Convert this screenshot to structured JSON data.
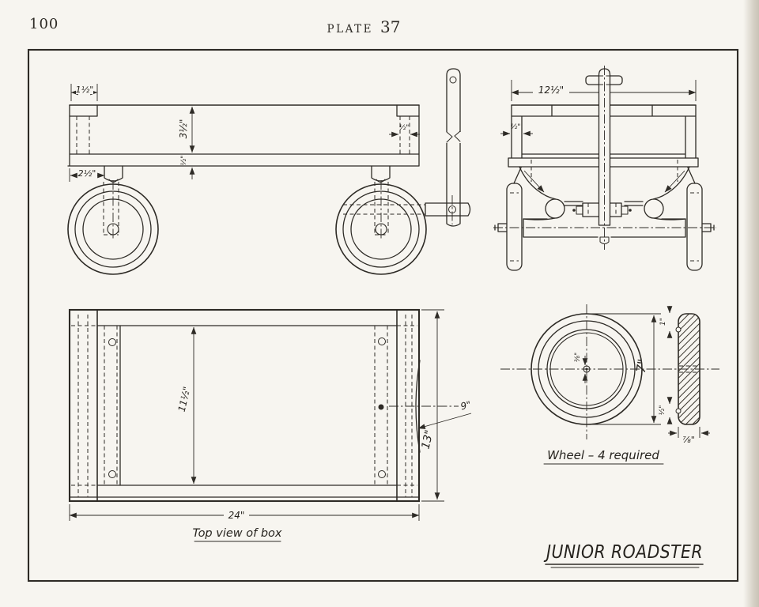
{
  "page": {
    "number": "100",
    "plate_label": "PLATE",
    "plate_number": "37"
  },
  "drawing_title": "JUNIOR ROADSTER",
  "side_view": {
    "dim_end_lap": "1½\"",
    "dim_side_height": "3½\"",
    "dim_bottom_thickness": "½\"",
    "dim_axle_setback": "2½\"",
    "dim_rear_cleat": "½\""
  },
  "front_view": {
    "dim_overall_width": "12½\"",
    "dim_side_thickness": "½\""
  },
  "top_view": {
    "caption": "Top view of box",
    "dim_inner_length": "11½\"",
    "dim_outer_length": "24\"",
    "dim_outer_width": "13\"",
    "dim_arc": "9\""
  },
  "wheel_detail": {
    "caption": "Wheel – 4 required",
    "dim_diameter": "7\"",
    "dim_hub_hole": "⅜\"",
    "dim_face_width": "1\"",
    "dim_groove": "½\"",
    "dim_thickness": "⅞\""
  },
  "colors": {
    "paper": "#f7f5f0",
    "ink": "#2e2b26"
  }
}
